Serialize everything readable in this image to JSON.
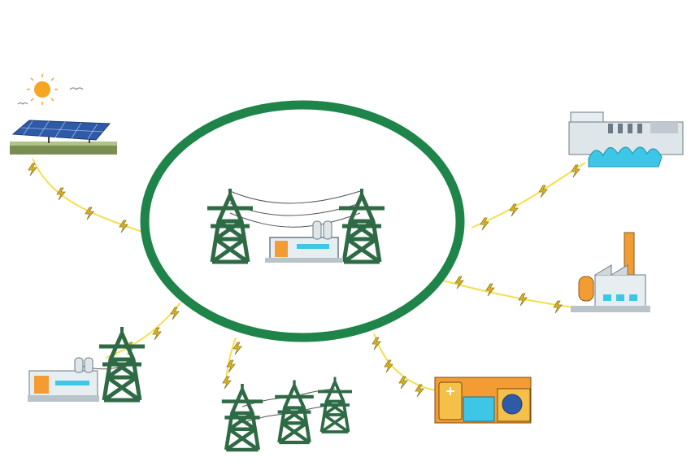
{
  "diagram": {
    "hub": {
      "label": "",
      "ring_color": "#1e8449"
    },
    "nodes": [
      {
        "id": "solar",
        "icon": "solar-farm-icon",
        "direction": "inbound"
      },
      {
        "id": "hydro",
        "icon": "hydro-dam-icon",
        "direction": "inbound"
      },
      {
        "id": "factory",
        "icon": "factory-icon",
        "direction": "outbound"
      },
      {
        "id": "battery",
        "icon": "battery-storage-icon",
        "direction": "outbound"
      },
      {
        "id": "transmission",
        "icon": "transmission-lines-icon",
        "direction": "outbound"
      },
      {
        "id": "substation",
        "icon": "substation-icon",
        "direction": "outbound"
      }
    ],
    "colors": {
      "tower": "#2e6b45",
      "link": "#f4e04d",
      "bolt": "#e0b51e",
      "panel": "#2f5aa8",
      "sun": "#f5a623",
      "water": "#3ec6e6",
      "building": "#e7eef2",
      "accent_orange": "#f39c34"
    }
  }
}
